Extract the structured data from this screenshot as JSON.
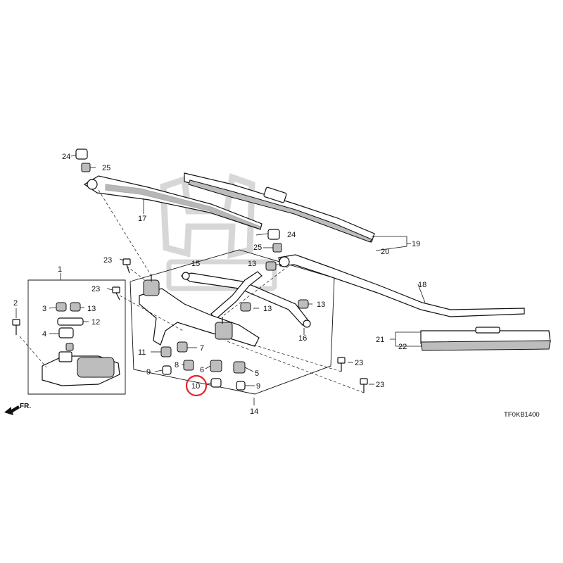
{
  "diagram": {
    "drawing_code": "TF0KB1400",
    "front_label": "FR.",
    "highlight_color": "#e8202a",
    "watermark_color": "#b8b8b8",
    "callouts": [
      {
        "id": "c24a",
        "text": "24"
      },
      {
        "id": "c25a",
        "text": "25"
      },
      {
        "id": "c17",
        "text": "17"
      },
      {
        "id": "c19",
        "text": "19"
      },
      {
        "id": "c20",
        "text": "20"
      },
      {
        "id": "c24b",
        "text": "24"
      },
      {
        "id": "c25b",
        "text": "25"
      },
      {
        "id": "c23a",
        "text": "23"
      },
      {
        "id": "c15",
        "text": "15"
      },
      {
        "id": "c13a",
        "text": "13"
      },
      {
        "id": "c1",
        "text": "1"
      },
      {
        "id": "c23b",
        "text": "23"
      },
      {
        "id": "c18",
        "text": "18"
      },
      {
        "id": "c2",
        "text": "2"
      },
      {
        "id": "c3",
        "text": "3"
      },
      {
        "id": "c13b",
        "text": "13"
      },
      {
        "id": "c13c",
        "text": "13"
      },
      {
        "id": "c13d",
        "text": "13"
      },
      {
        "id": "c12",
        "text": "12"
      },
      {
        "id": "c4",
        "text": "4"
      },
      {
        "id": "c16",
        "text": "16"
      },
      {
        "id": "c21",
        "text": "21"
      },
      {
        "id": "c22",
        "text": "22"
      },
      {
        "id": "c11",
        "text": "11"
      },
      {
        "id": "c7",
        "text": "7"
      },
      {
        "id": "c8",
        "text": "8"
      },
      {
        "id": "c6",
        "text": "6"
      },
      {
        "id": "c5",
        "text": "5"
      },
      {
        "id": "c9a",
        "text": "9"
      },
      {
        "id": "c10",
        "text": "10"
      },
      {
        "id": "c9b",
        "text": "9"
      },
      {
        "id": "c23c",
        "text": "23"
      },
      {
        "id": "c23d",
        "text": "23"
      },
      {
        "id": "c14",
        "text": "14"
      }
    ],
    "highlighted_callout": "10"
  }
}
